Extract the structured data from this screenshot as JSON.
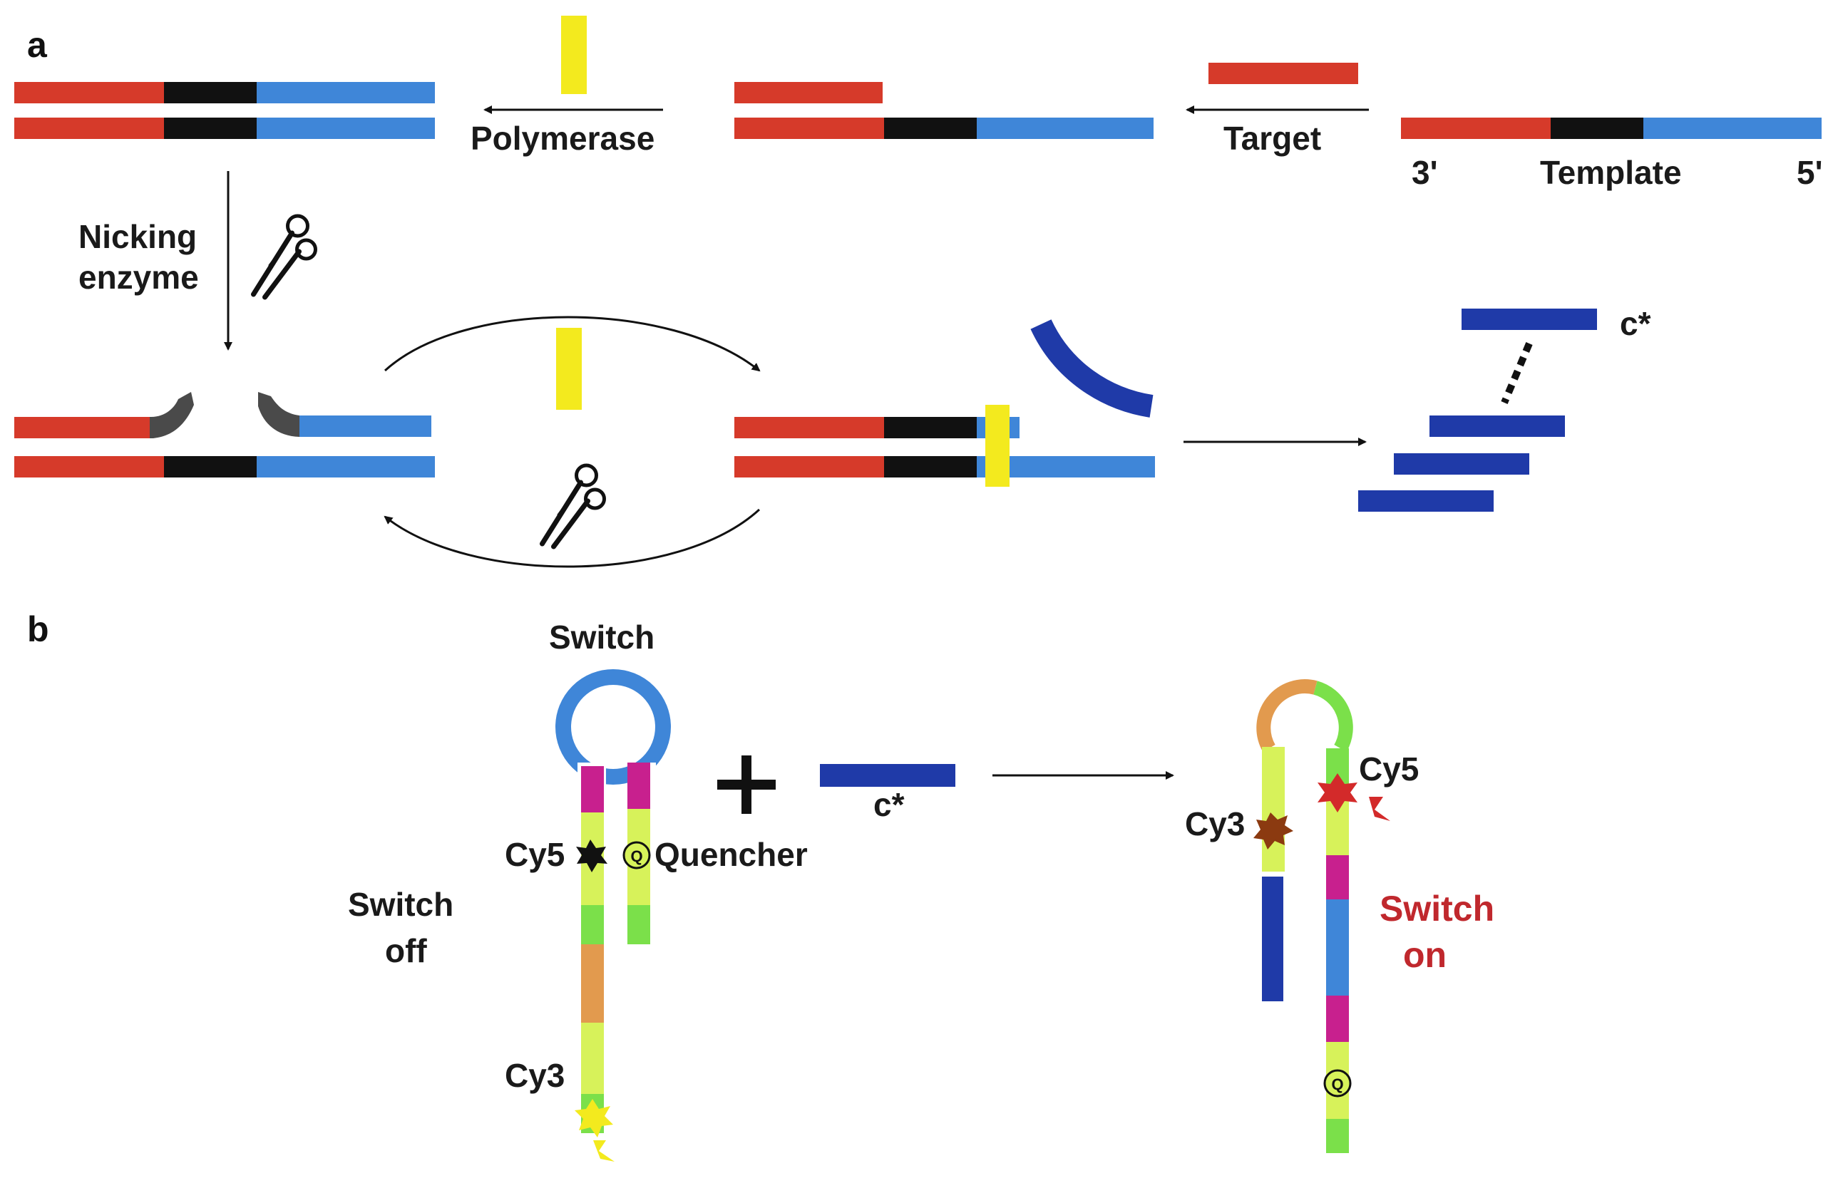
{
  "panels": {
    "a": "a",
    "b": "b"
  },
  "labels_a": {
    "polymerase": "Polymerase",
    "target": "Target",
    "template": "Template",
    "three_prime": "3'",
    "five_prime": "5'",
    "nicking_line1": "Nicking",
    "nicking_line2": "enzyme",
    "c_star": "c*"
  },
  "labels_b": {
    "switch": "Switch",
    "switch_off_line1": "Switch",
    "switch_off_line2": "off",
    "cy5": "Cy5",
    "quencher": "Quencher",
    "cy3": "Cy3",
    "c_star": "c*",
    "cy3_on": "Cy3",
    "cy5_on": "Cy5",
    "switch_on_line1": "Switch",
    "switch_on_line2": "on",
    "q_mark": "Q"
  },
  "colors": {
    "red": "#d63a2a",
    "black": "#111111",
    "light_blue": "#3f86d8",
    "dark_blue": "#1f3aa8",
    "yellow": "#f3ea1e",
    "magenta": "#c8208e",
    "lime": "#d7f25a",
    "green": "#7be04a",
    "orange": "#e29a4e",
    "grey": "#4a4a4a",
    "label_red": "#c0282d"
  }
}
